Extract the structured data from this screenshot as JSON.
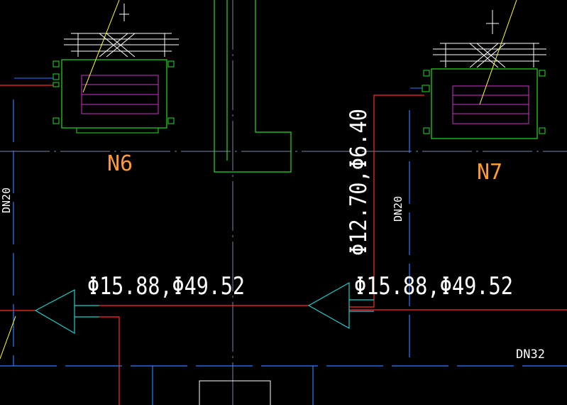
{
  "colors": {
    "background": "#000000",
    "refrigerant": "#ff2a2a",
    "pipe_blue": "#2d7cff",
    "gridline": "#7a8aa8",
    "unit": "#22dd22",
    "coil": "#cc33cc",
    "distributor": "#22cccc",
    "duct": "#22dd22",
    "leader": "#ffff33",
    "grille": "#ffffff",
    "unit_tag": "#ff9a2e",
    "note": "#ffffff"
  },
  "units": [
    {
      "id": "N6",
      "tag": "N6"
    },
    {
      "id": "N7",
      "tag": "N7"
    }
  ],
  "pipe_labels": {
    "main_left": "Φ15.88,Φ49.52",
    "main_right": "Φ15.88,Φ49.52",
    "branch_vertical": "Φ12.70,Φ6.40",
    "dn20_left": "DN20",
    "dn20_mid": "DN20",
    "dn32": "DN32"
  }
}
